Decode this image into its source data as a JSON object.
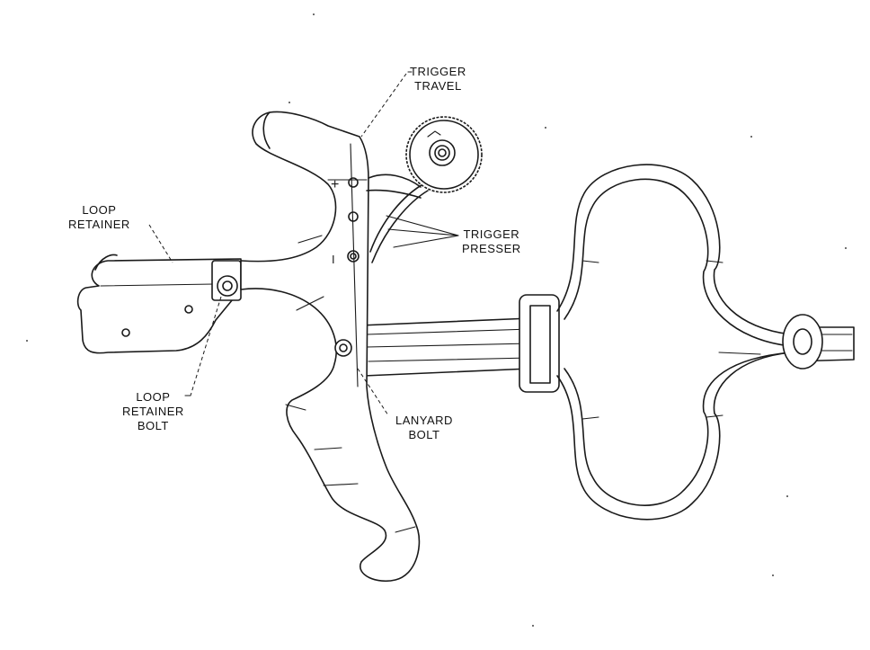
{
  "labels": {
    "trigger_travel": [
      "TRIGGER",
      "TRAVEL"
    ],
    "trigger_presser": [
      "TRIGGER",
      "PRESSER"
    ],
    "loop_retainer": [
      "LOOP",
      "RETAINER"
    ],
    "loop_retainer_bolt": [
      "LOOP",
      "RETAINER",
      "BOLT"
    ],
    "lanyard_bolt": [
      "LANYARD",
      "BOLT"
    ]
  },
  "markings": {
    "plus": "+",
    "minus": "I"
  }
}
